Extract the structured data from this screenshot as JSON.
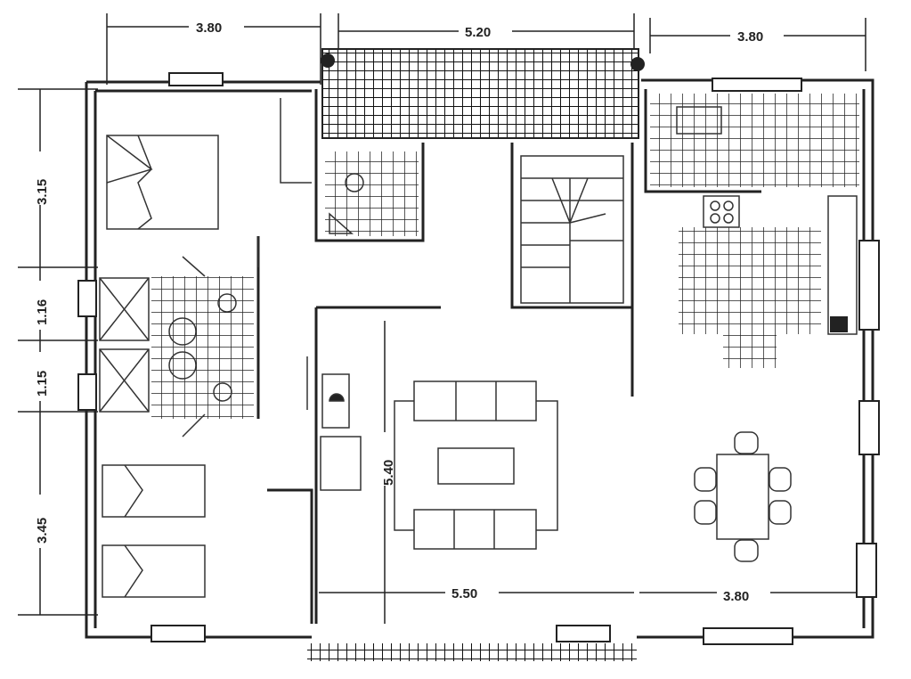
{
  "plan": {
    "top_dimensions": [
      "3.80",
      "5.20",
      "3.80"
    ],
    "left_dimensions": [
      "3.15",
      "1.16",
      "1.15",
      "3.45"
    ],
    "center_dimension": "5.40",
    "bottom_dimensions": [
      "5.50",
      "3.80"
    ]
  },
  "colors": {
    "line": "#222222",
    "background": "#ffffff"
  }
}
